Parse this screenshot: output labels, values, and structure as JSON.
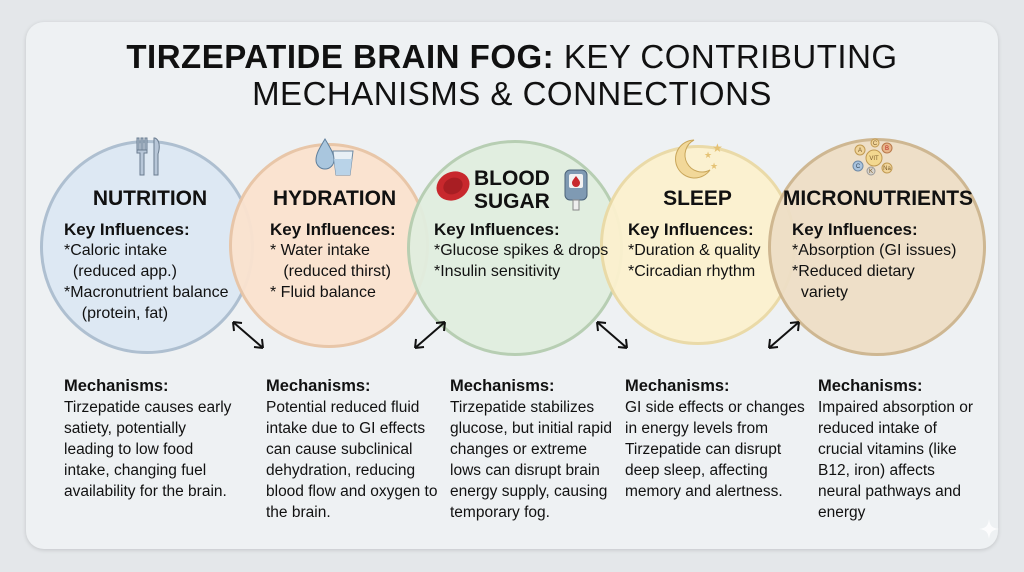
{
  "title": {
    "bold": "TIRZEPATIDE BRAIN FOG:",
    "rest_line1": " KEY CONTRIBUTING",
    "line2": "MECHANISMS & CONNECTIONS"
  },
  "colors": {
    "nutrition": "#dde8f3",
    "hydration": "#fbe3cf",
    "blood_sugar": "#e1eedf",
    "sleep": "#fcf1cf",
    "micronutrients": "#eedfc6"
  },
  "sections": [
    {
      "name": "NUTRITION",
      "icon": "fork-knife-icon",
      "influences_label": "Key Influences:",
      "influences": [
        "*Caloric intake",
        "  (reduced app.)",
        "*Macronutrient balance",
        "    (protein, fat)"
      ],
      "mechanisms_label": "Mechanisms:",
      "mechanisms": "Tirzepatide causes early satiety, potentially leading to low food intake, changing fuel availability for the brain."
    },
    {
      "name": "HYDRATION",
      "icon": "water-drop-glass-icon",
      "influences_label": "Key Influences:",
      "influences": [
        "* Water intake",
        "   (reduced thirst)",
        "* Fluid balance"
      ],
      "mechanisms_label": "Mechanisms:",
      "mechanisms": "Potential reduced fluid intake due to GI effects can cause subclinical dehydration, reducing blood flow and oxygen to the brain."
    },
    {
      "name": "BLOOD\nSUGAR",
      "icon": "glucose-meter-icon",
      "influences_label": "Key Influences:",
      "influences": [
        "*Glucose spikes & drops",
        "*Insulin sensitivity"
      ],
      "mechanisms_label": "Mechanisms:",
      "mechanisms": "Tirzepatide stabilizes glucose, but initial rapid changes or extreme lows can disrupt brain energy supply, causing temporary fog."
    },
    {
      "name": "SLEEP",
      "icon": "moon-stars-icon",
      "influences_label": "Key Influences:",
      "influences": [
        "*Duration & quality",
        "*Circadian rhythm"
      ],
      "mechanisms_label": "Mechanisms:",
      "mechanisms": "GI side effects or changes in energy levels from Tirzepatide can disrupt deep sleep, affecting memory and alertness."
    },
    {
      "name": "MICRONUTRIENTS",
      "icon": "vitamins-icon",
      "influences_label": "Key Influences:",
      "influences": [
        "*Absorption (GI issues)",
        "*Reduced dietary",
        "  variety"
      ],
      "mechanisms_label": "Mechanisms:",
      "mechanisms": "Impaired absorption or reduced intake of crucial vitamins (like B12, iron) affects neural pathways and energy"
    }
  ],
  "vitamin_labels": [
    "A",
    "C",
    "B",
    "VIT",
    "C",
    "Na",
    "K"
  ]
}
